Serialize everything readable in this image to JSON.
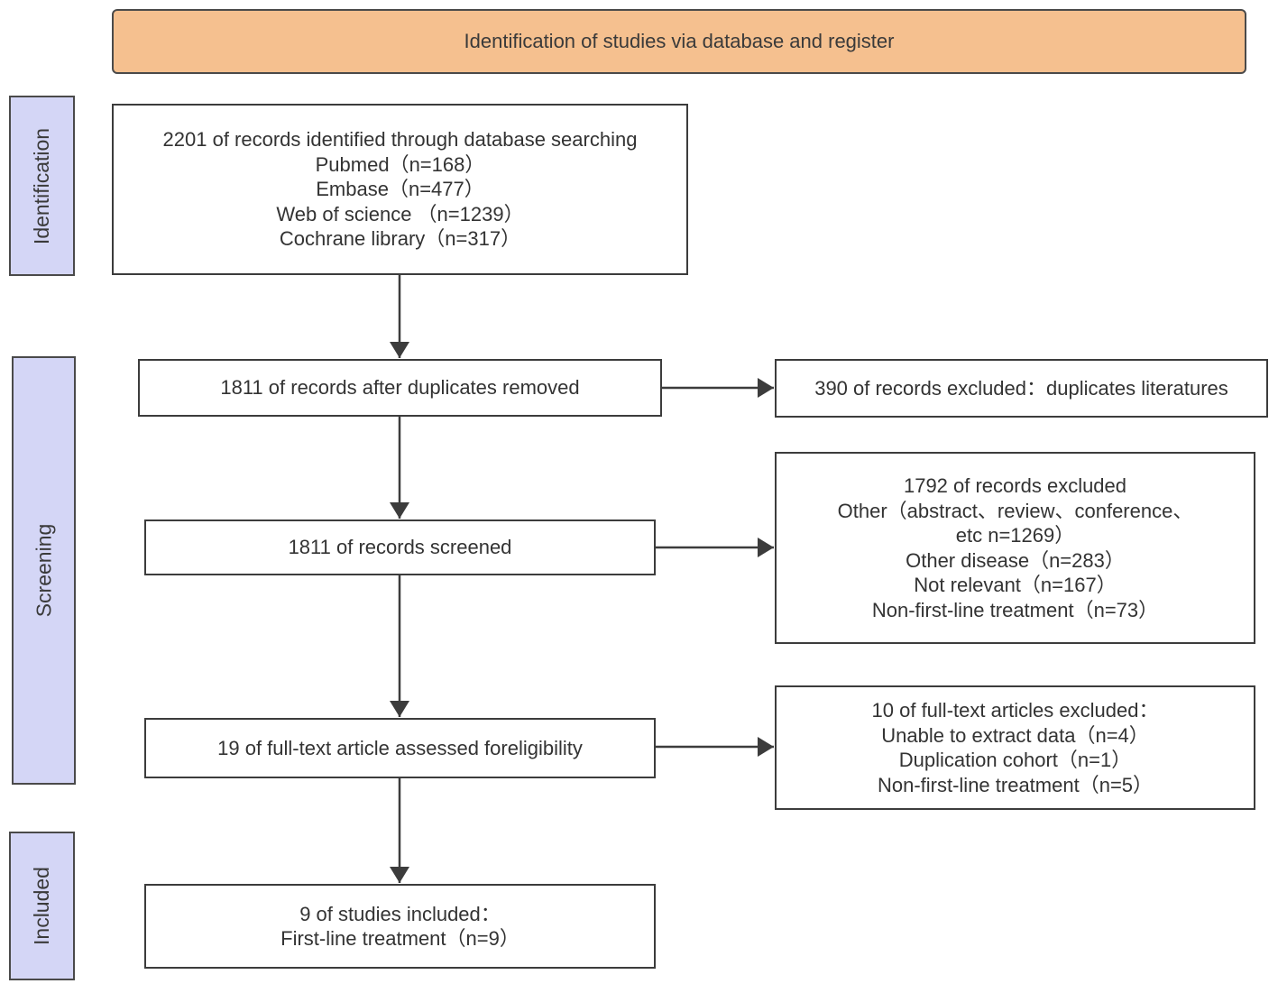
{
  "header": {
    "title": "Identification of studies via database and register"
  },
  "stages": {
    "identification": "Identification",
    "screening": "Screening",
    "included": "Included"
  },
  "boxes": {
    "records_identified": {
      "lines": [
        "2201 of records identified through database searching",
        "Pubmed（n=168）",
        "Embase（n=477）",
        "Web of science （n=1239）",
        "Cochrane library（n=317）"
      ]
    },
    "after_duplicates": {
      "lines": [
        "1811 of records after duplicates removed"
      ]
    },
    "duplicates_excluded": {
      "lines": [
        "390 of records excluded：duplicates literatures"
      ]
    },
    "records_screened": {
      "lines": [
        "1811 of records screened"
      ]
    },
    "records_excluded": {
      "lines": [
        "1792 of records excluded",
        "Other（abstract、review、conference、",
        "etc n=1269）",
        "Other disease（n=283）",
        "Not relevant（n=167）",
        "Non-first-line treatment（n=73）"
      ]
    },
    "fulltext_assessed": {
      "lines": [
        "19 of full-text article assessed foreligibility"
      ]
    },
    "fulltext_excluded": {
      "lines": [
        "10 of full-text articles excluded：",
        "Unable to extract data（n=4）",
        "Duplication cohort（n=1）",
        "Non-first-line treatment（n=5）"
      ]
    },
    "included": {
      "lines": [
        "9 of studies included：",
        "First-line treatment（n=9）"
      ]
    }
  }
}
